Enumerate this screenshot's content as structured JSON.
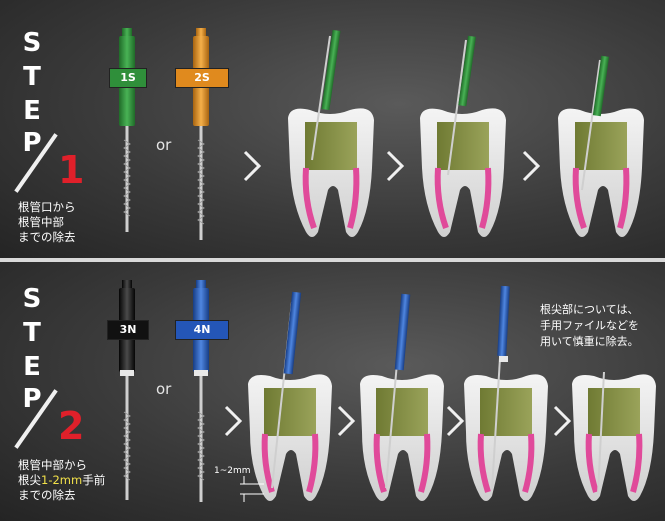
{
  "step1": {
    "letters": [
      "S",
      "T",
      "E",
      "P"
    ],
    "number": "1",
    "caption_lines": [
      "根管口から",
      "根管中部",
      "までの除去"
    ],
    "file_labels": [
      "1S",
      "2S"
    ],
    "or_text": "or",
    "colors": {
      "file_a": "#2f8f3a",
      "file_b": "#e08a1e",
      "number": "#e0202a"
    }
  },
  "step2": {
    "letters": [
      "S",
      "T",
      "E",
      "P"
    ],
    "number": "2",
    "caption_line1": "根管中部から",
    "caption_line2_pre": "根尖",
    "caption_line2_hl": "1-2mm",
    "caption_line2_post": "手前",
    "caption_line3": "までの除去",
    "file_labels": [
      "3N",
      "4N"
    ],
    "or_text": "or",
    "measure_label": "1~2mm",
    "note_lines": [
      "根尖部については、",
      "手用ファイルなどを",
      "用いて慎重に除去。"
    ],
    "colors": {
      "file_a": "#1a1a1a",
      "file_b": "#2456b8",
      "highlight": "#f2e14a"
    }
  }
}
